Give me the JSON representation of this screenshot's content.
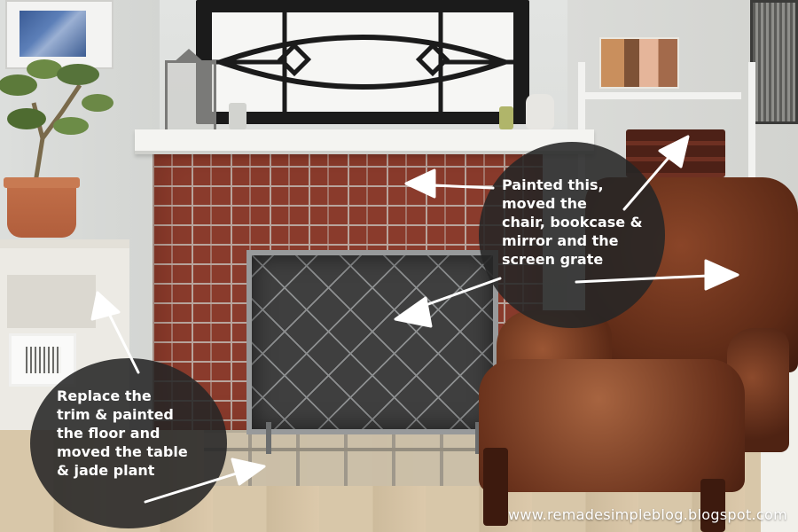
{
  "captions": {
    "top_right": "Painted this,\nmoved the\nchair, bookcase &\nmirror and the\nscreen grate",
    "bottom_left": "Replace the\ntrim & painted\nthe floor and\nmoved the table\n& jade plant"
  },
  "watermark": "www.remadesimpleblog.blogspot.com",
  "colors": {
    "caption_bg": "#262626",
    "caption_text": "#ffffff",
    "brick": "#8a3b2c",
    "leather": "#6a321c",
    "mantel": "#f4f4f1"
  },
  "icons": [
    "arrow-icon"
  ]
}
